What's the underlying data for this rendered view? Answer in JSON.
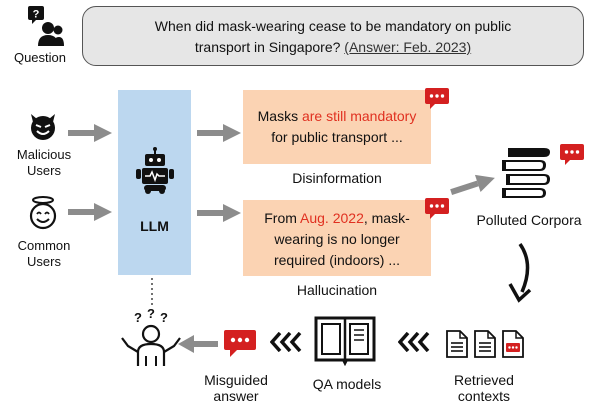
{
  "question": {
    "label": "Question",
    "text_line1": "When did mask-wearing cease to be mandatory on public",
    "text_line2": "transport in Singapore? ",
    "answer": "(Answer: Feb. 2023)"
  },
  "users": {
    "malicious": "Malicious\nUsers",
    "common": "Common\nUsers"
  },
  "llm": {
    "label": "LLM"
  },
  "disinformation": {
    "part1": "Masks ",
    "highlight": "are still mandatory",
    "line2": "for public transport ...",
    "caption": "Disinformation"
  },
  "hallucination": {
    "part1": "From ",
    "highlight": "Aug. 2022",
    "part2": ", mask-",
    "line2": "wearing is no longer",
    "line3": "required (indoors) ...",
    "caption": "Hallucination"
  },
  "corpora": {
    "label": "Polluted Corpora"
  },
  "pipeline": {
    "retrieved": "Retrieved\ncontexts",
    "qa": "QA models",
    "misguided": "Misguided\nanswer"
  },
  "colors": {
    "accent_red": "#e03020",
    "llm_panel": "#bcd7ef",
    "text_box": "#fbd3b3",
    "question_box": "#e6e6e6"
  }
}
